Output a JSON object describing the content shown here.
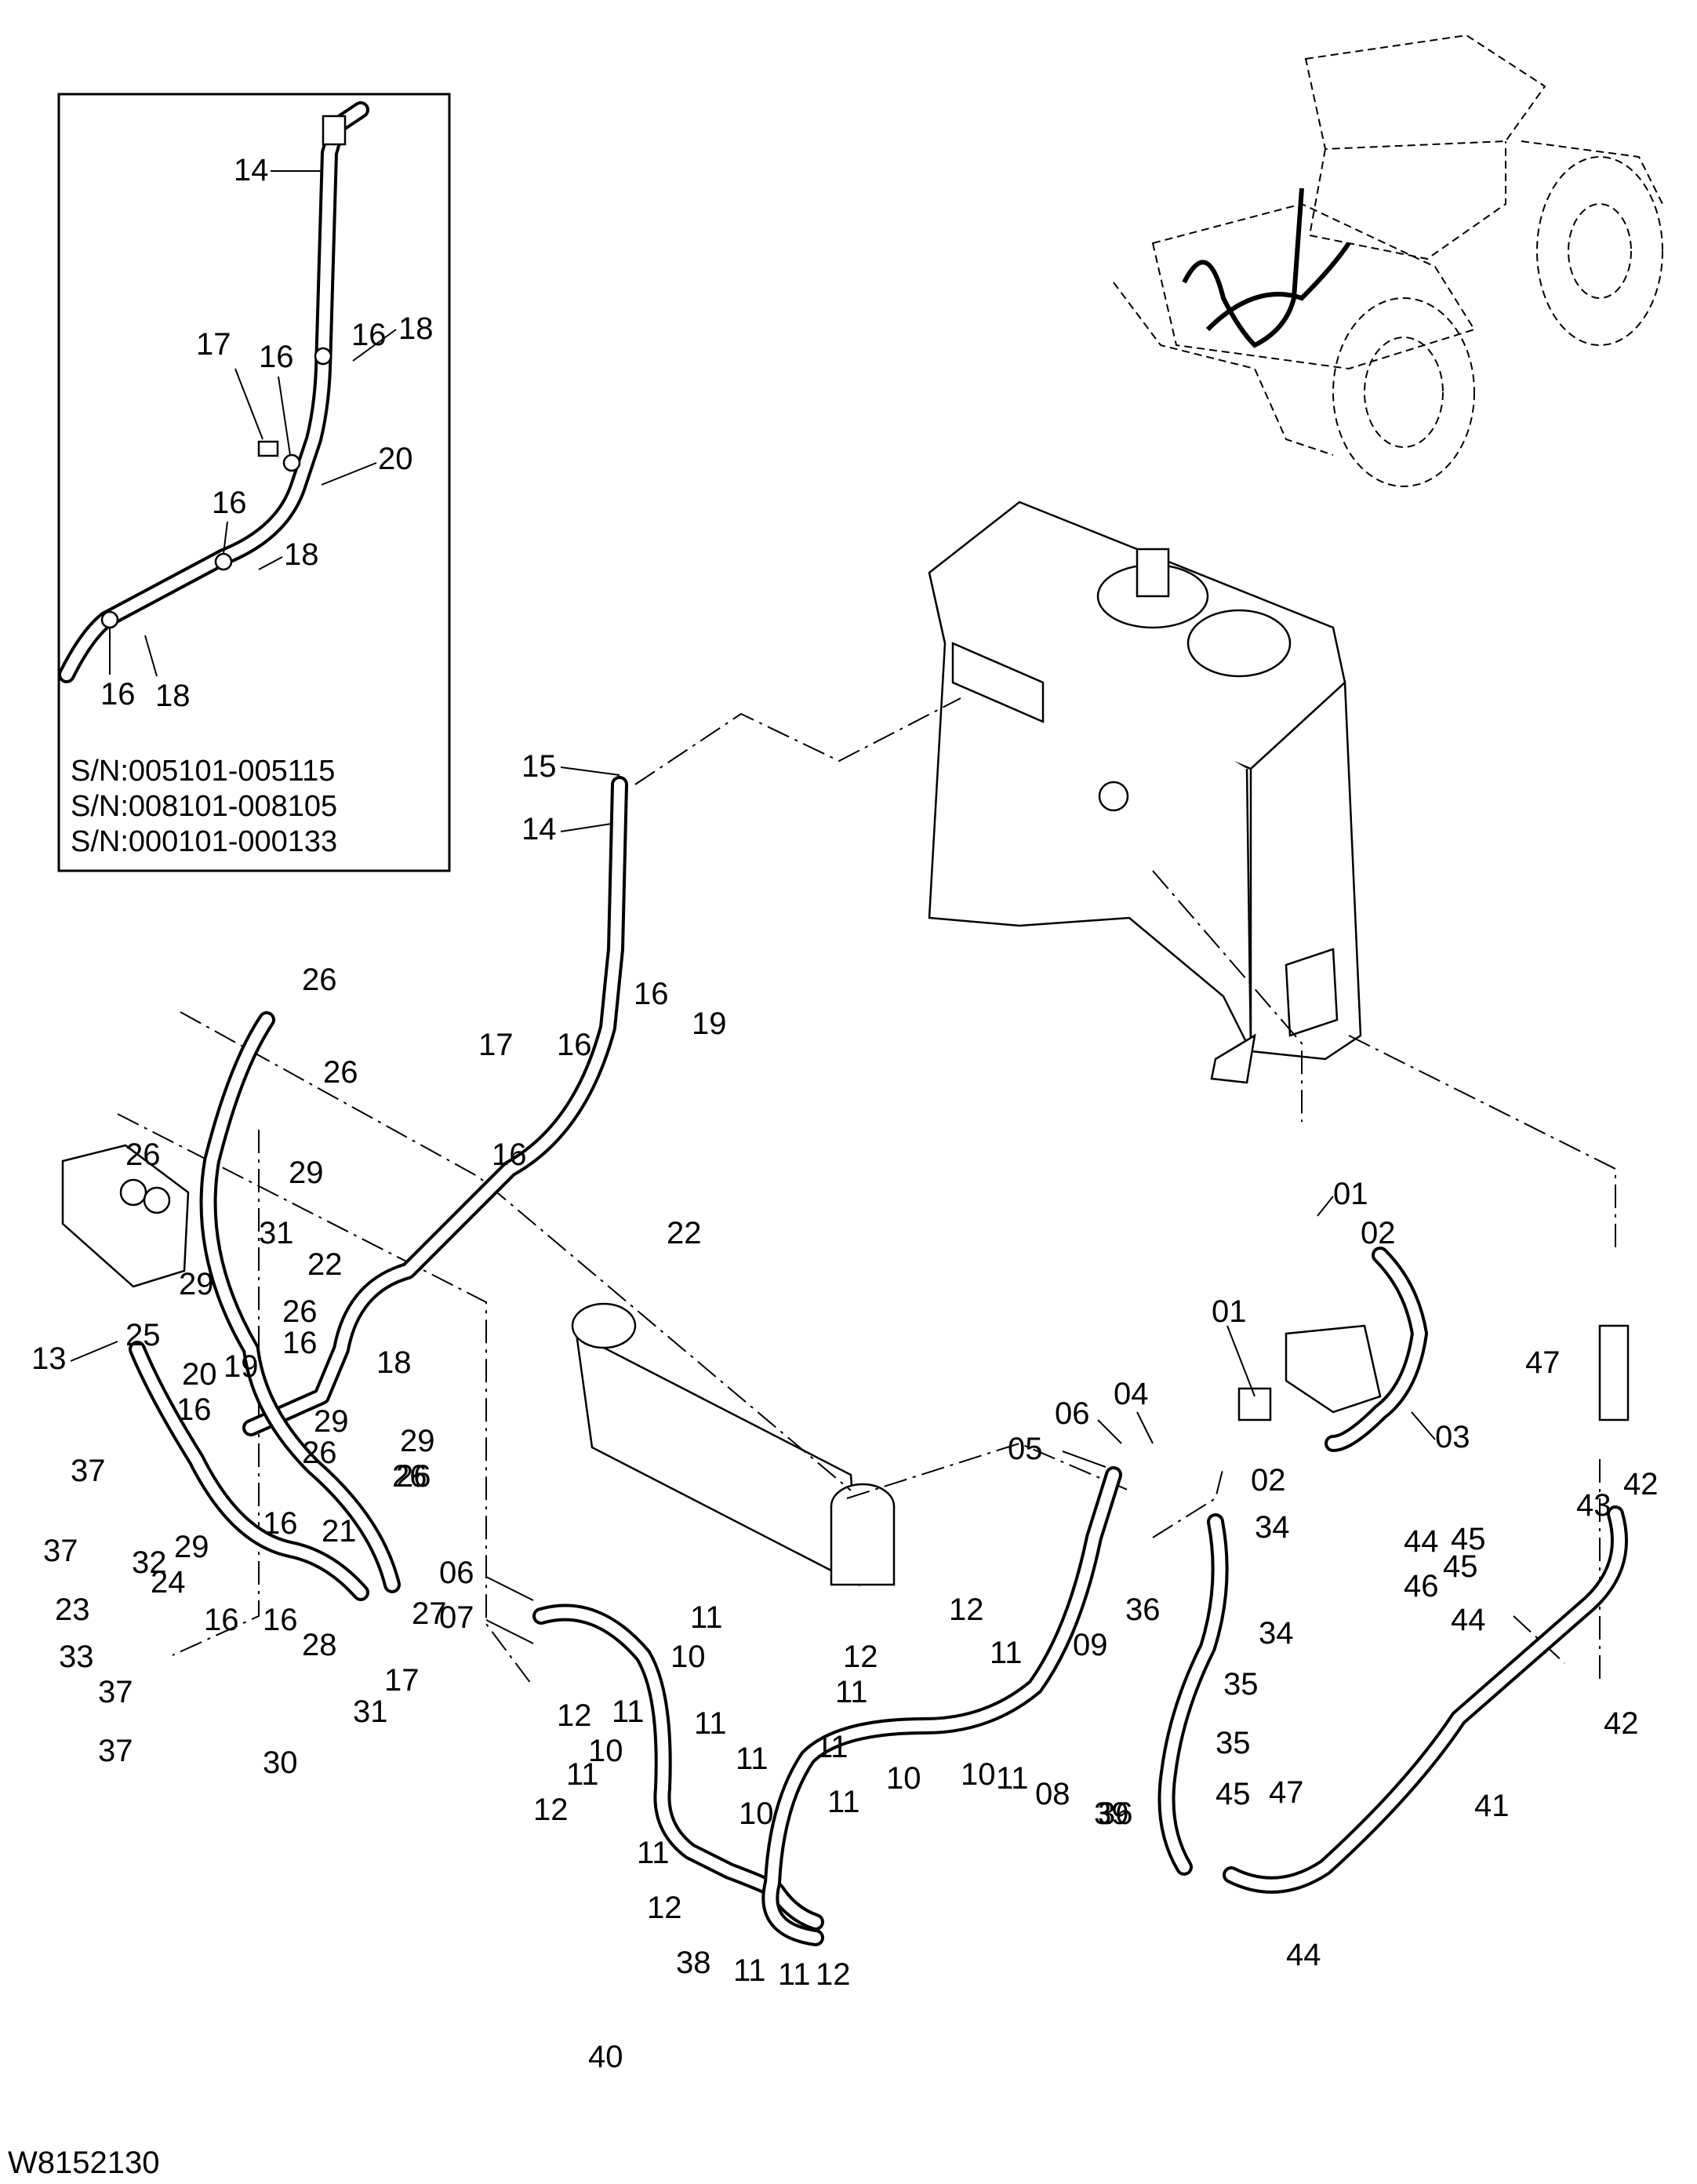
{
  "drawing_code": "W8152130",
  "inset": {
    "serials": [
      "S/N:005101-005115",
      "S/N:008101-008105",
      "S/N:000101-000133"
    ],
    "callouts": [
      "14",
      "16",
      "18",
      "17",
      "16",
      "20",
      "16",
      "18",
      "16",
      "18"
    ]
  },
  "callouts": [
    "01",
    "02",
    "01",
    "02",
    "03",
    "04",
    "05",
    "06",
    "06",
    "07",
    "08",
    "09",
    "10",
    "10",
    "10",
    "10",
    "10",
    "11",
    "11",
    "11",
    "11",
    "11",
    "11",
    "11",
    "11",
    "11",
    "11",
    "11",
    "11",
    "11",
    "12",
    "12",
    "12",
    "12",
    "12",
    "12",
    "13",
    "14",
    "15",
    "16",
    "16",
    "16",
    "16",
    "16",
    "16",
    "16",
    "16",
    "17",
    "17",
    "18",
    "19",
    "19",
    "20",
    "21",
    "22",
    "22",
    "23",
    "24",
    "25",
    "26",
    "26",
    "26",
    "26",
    "26",
    "26",
    "26",
    "27",
    "28",
    "29",
    "29",
    "29",
    "29",
    "29",
    "30",
    "31",
    "31",
    "32",
    "33",
    "34",
    "34",
    "35",
    "35",
    "36",
    "36",
    "37",
    "37",
    "37",
    "37",
    "38",
    "39",
    "40",
    "41",
    "42",
    "42",
    "43",
    "44",
    "44",
    "44",
    "45",
    "45",
    "45",
    "46",
    "47",
    "47"
  ]
}
